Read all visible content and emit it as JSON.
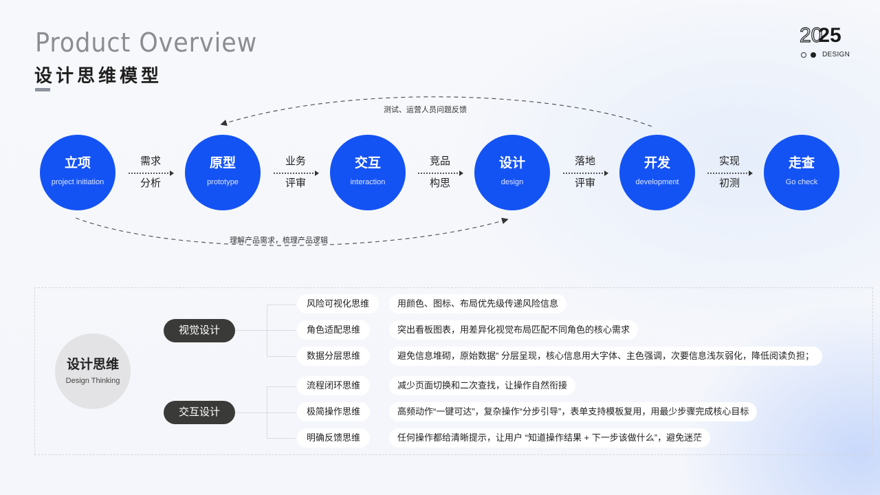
{
  "header": {
    "title_en": "Product Overview",
    "title_cn": "设计思维模型"
  },
  "logo": {
    "year_outline": "20",
    "year_solid": "25",
    "label": "DESIGN"
  },
  "colors": {
    "primary_blue": "#1453f3",
    "dark_pill": "#3a3a38",
    "neutral_circle": "#e3e3e5"
  },
  "flow": {
    "steps": [
      {
        "cn": "立项",
        "en": "project initiation"
      },
      {
        "cn": "原型",
        "en": "prototype"
      },
      {
        "cn": "交互",
        "en": "interaction"
      },
      {
        "cn": "设计",
        "en": "design"
      },
      {
        "cn": "开发",
        "en": "development"
      },
      {
        "cn": "走查",
        "en": "Go check"
      }
    ],
    "connectors": [
      {
        "top": "需求",
        "bottom": "分析"
      },
      {
        "top": "业务",
        "bottom": "评审"
      },
      {
        "top": "竞品",
        "bottom": "构思"
      },
      {
        "top": "落地",
        "bottom": "评审"
      },
      {
        "top": "实现",
        "bottom": "初测"
      }
    ],
    "feedback_top": "测试、运营人员问题反馈",
    "feedback_bottom": "理解产品需求，梳理产品逻辑"
  },
  "thinking": {
    "center": {
      "cn": "设计思维",
      "en": "Design Thinking"
    },
    "groups": [
      {
        "label": "视觉设计",
        "items": [
          {
            "name": "风险可视化思维",
            "desc": "用颜色、图标、布局优先级传递风险信息"
          },
          {
            "name": "角色适配思维",
            "desc": "突出看板图表，用差异化视觉布局匹配不同角色的核心需求"
          },
          {
            "name": "数据分层思维",
            "desc": "避免信息堆砌，原始数据” 分层呈现，核心信息用大字体、主色强调，次要信息浅灰弱化，降低阅读负担；"
          }
        ]
      },
      {
        "label": "交互设计",
        "items": [
          {
            "name": "流程闭环思维",
            "desc": "减少页面切换和二次查找，让操作自然衔接"
          },
          {
            "name": "极简操作思维",
            "desc": "高频动作“一键可达”，复杂操作“分步引导”，表单支持模板复用，用最少步骤完成核心目标"
          },
          {
            "name": "明确反馈思维",
            "desc": "任何操作都给清晰提示，让用户 “知道操作结果 + 下一步该做什么”，避免迷茫"
          }
        ]
      }
    ]
  }
}
